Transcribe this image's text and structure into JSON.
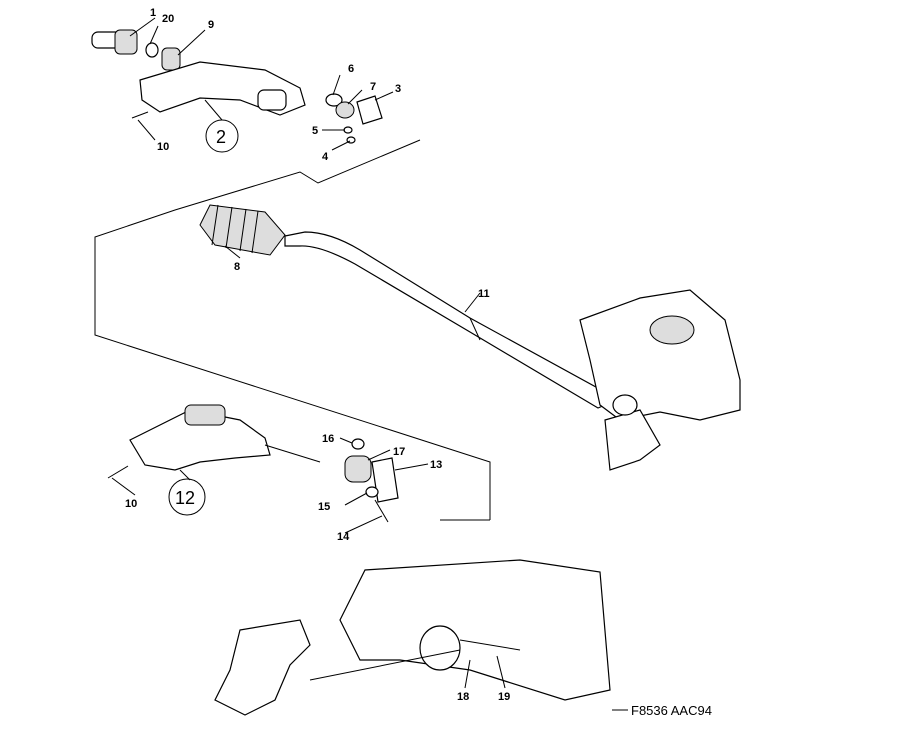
{
  "diagram": {
    "drawing_code": "F8536 AAC94",
    "callouts": {
      "c1": "1",
      "c20": "20",
      "c9": "9",
      "c6": "6",
      "c7": "7",
      "c3": "3",
      "c5": "5",
      "c4": "4",
      "c10a": "10",
      "c2": "2",
      "c8": "8",
      "c11": "11",
      "c16": "16",
      "c17": "17",
      "c13": "13",
      "c15": "15",
      "c14": "14",
      "c10b": "10",
      "c12": "12",
      "c18": "18",
      "c19": "19"
    }
  }
}
